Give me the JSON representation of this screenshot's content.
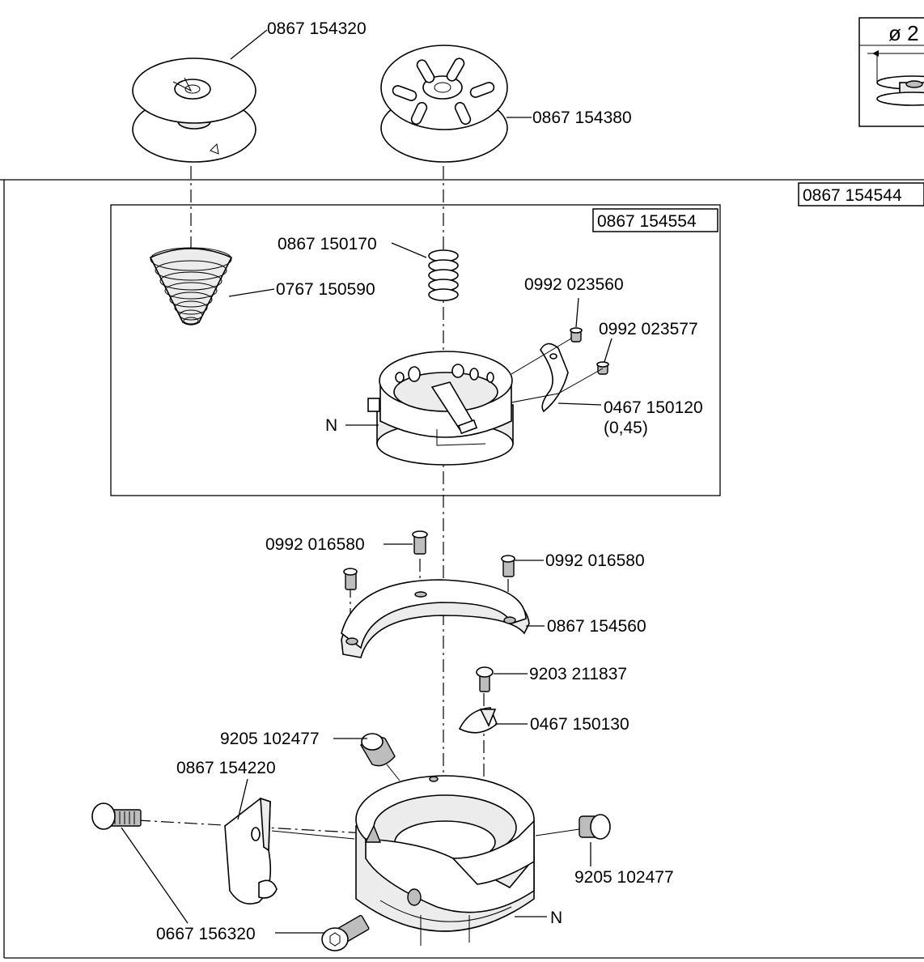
{
  "labels": {
    "bobbin_1": "0867 154320",
    "bobbin_2": "0867 154380",
    "assembly_outer": "0867 154544",
    "assembly_inner": "0867 154554",
    "spring": "0867 150170",
    "cone_spring": "0767 150590",
    "screw_a": "0992 023560",
    "screw_b": "0992 023577",
    "tension_spring": "0467 150120",
    "tension_spring_note": "(0,45)",
    "mark_n_upper": "N",
    "screw_c_left": "0992 016580",
    "screw_c_right": "0992 016580",
    "ring": "0867 154560",
    "screw_d": "9203 211837",
    "finger": "0467 150130",
    "plug_top": "9205 102477",
    "bracket": "0867 154220",
    "plug_right": "9205 102477",
    "screw_e": "0667 156320",
    "mark_n_lower": "N",
    "inset_dimension": "ø 2"
  }
}
